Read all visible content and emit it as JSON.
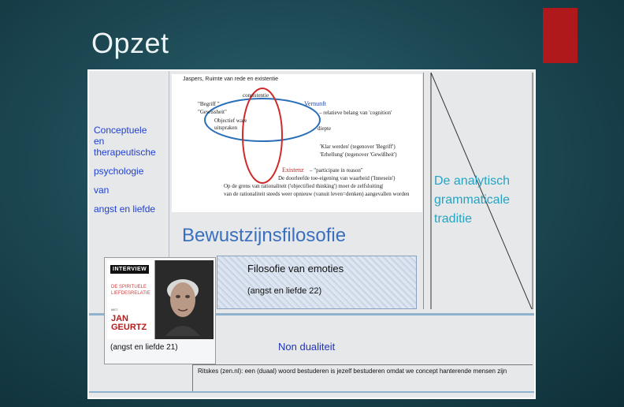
{
  "slide": {
    "title": "Opzet",
    "accent_color": "#b0191c"
  },
  "left_column": {
    "lines": [
      "Conceptuele",
      "en",
      "therapeutische",
      "psychologie",
      "van",
      "angst en liefde"
    ]
  },
  "diagram": {
    "caption": "Jaspers, Ruimte van rede en existentie",
    "labels": {
      "consistentie": "consistentie",
      "begriff": "\"Begriff \"",
      "gewissheit": "\"Gewissheit\"",
      "objectief": "Objectief ware",
      "uitspraken": "uitspraken",
      "vernunft": "Vernunft",
      "cognition": "– relatieve belang van 'cognition'",
      "diepte": "diepte",
      "klar": "'Klar werden' (tegenover 'Begriff')",
      "erhellung": "'Erhellung' (tegenover 'Gewißheit')",
      "existenz": "Existenz",
      "participate": "– \"participate in reason\"",
      "doorleefde": "De doorleefde toe-eigening van waarheid ('Innesein')",
      "grens": "Op de grens van rationaliteit ('objectified thinking') moet de zelfsluiting|",
      "rationaliteit": "van de rationaliteit steeds weer opnieuw (vanuit leven=denken) aangevallen worden"
    },
    "colors": {
      "blue": "#2a6fb8",
      "red": "#d02a2a"
    }
  },
  "bewustzijn": {
    "label": "Bewustzijnsfilosofie"
  },
  "right_column": {
    "lines": [
      "De analytisch",
      "grammaticale",
      "traditie"
    ]
  },
  "emoties": {
    "title": "Filosofie van emoties",
    "subtitle": "(angst en liefde 22)"
  },
  "interview_card": {
    "badge": "INTERVIEW",
    "title_lines": [
      "DE SPIRITUELE",
      "LIEFDESRELATIE"
    ],
    "byline": "MET",
    "name_lines": [
      "JAN",
      "GEURTZ"
    ],
    "caption": "(angst en liefde 21)"
  },
  "non_dualiteit": {
    "label": "Non dualiteit",
    "quote": "Ritskes (zen.nl): een (duaal) woord bestuderen is jezelf bestuderen omdat we concept hanterende mensen zijn"
  }
}
